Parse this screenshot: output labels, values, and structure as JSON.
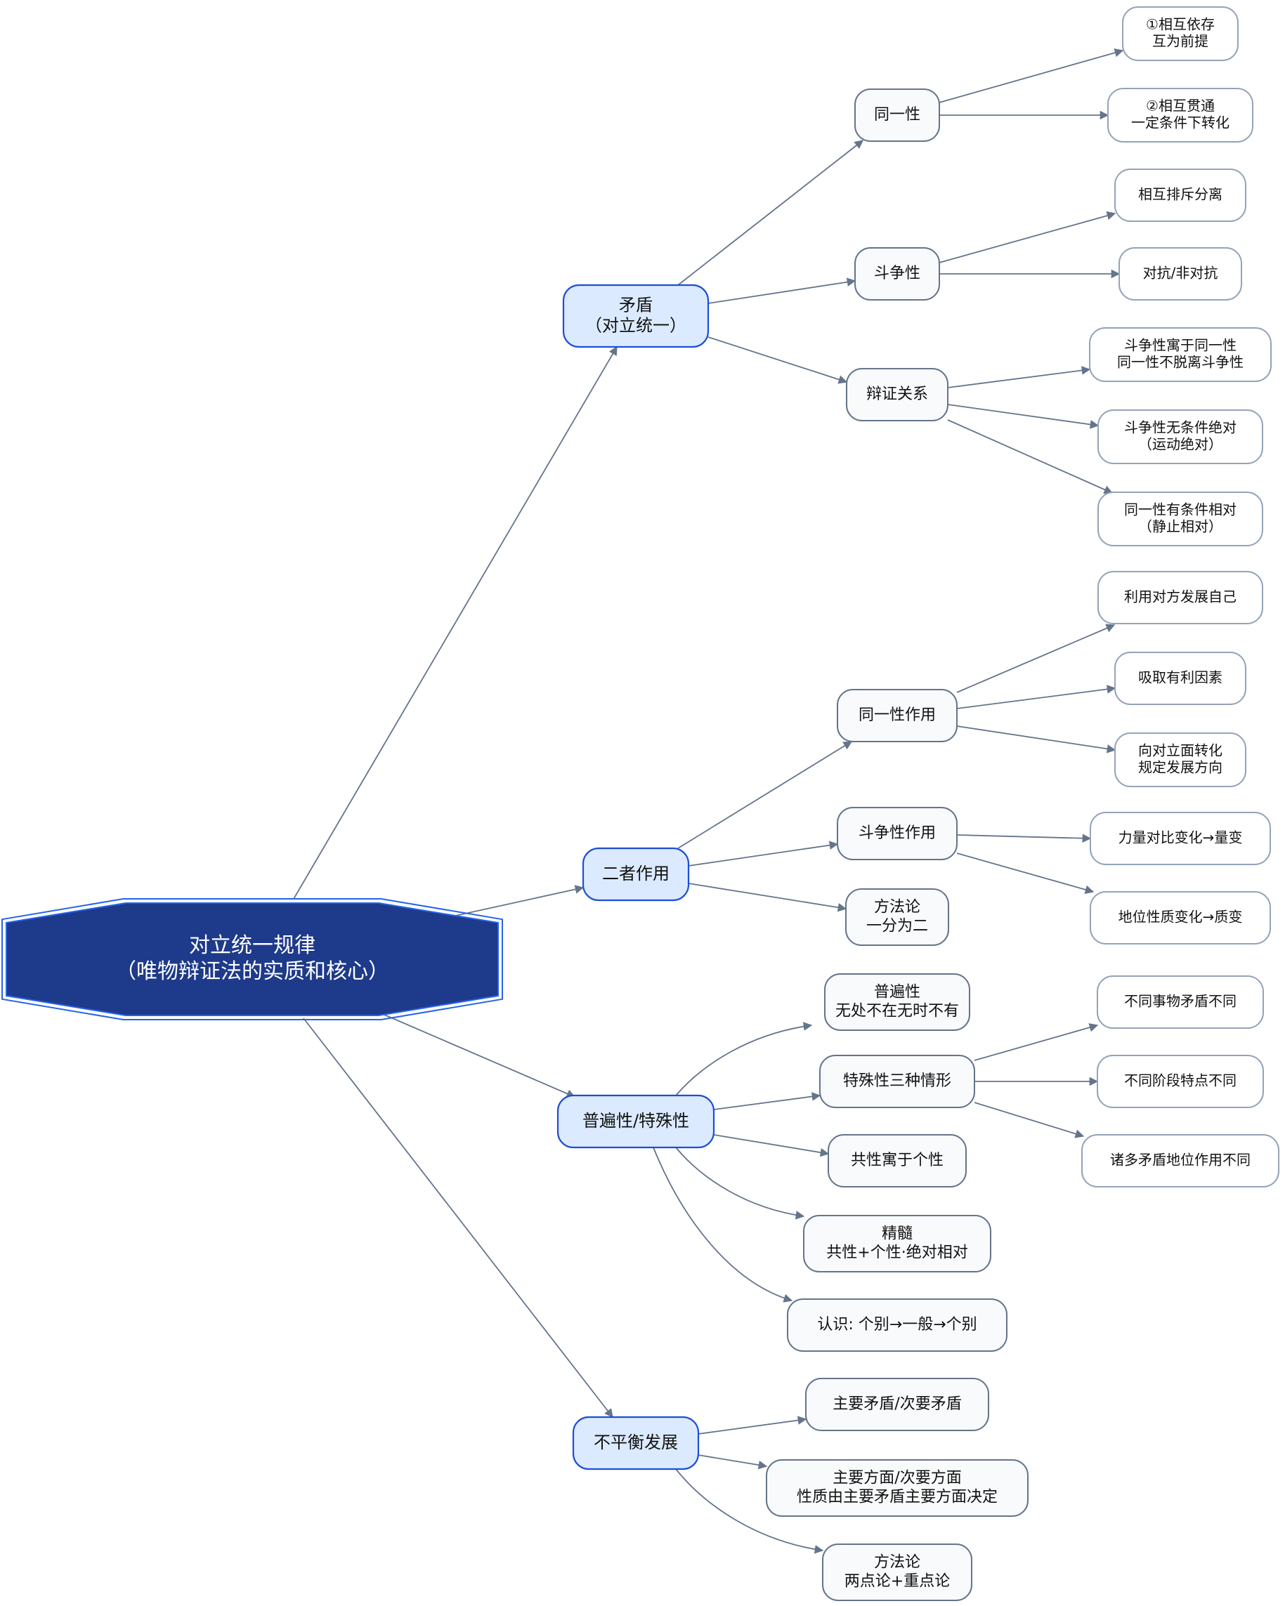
{
  "root": {
    "lines": [
      "对立统一规律",
      "（唯物辩证法的实质和核心）"
    ]
  },
  "branches": [
    {
      "id": "b1",
      "lines": [
        "矛盾",
        "（对立统一）"
      ],
      "children": [
        {
          "id": "c11",
          "lines": [
            "同一性"
          ],
          "children": [
            {
              "id": "g111",
              "lines": [
                "①相互依存",
                "互为前提"
              ]
            },
            {
              "id": "g112",
              "lines": [
                "②相互贯通",
                "一定条件下转化"
              ]
            }
          ]
        },
        {
          "id": "c12",
          "lines": [
            "斗争性"
          ],
          "children": [
            {
              "id": "g121",
              "lines": [
                "相互排斥分离"
              ]
            },
            {
              "id": "g122",
              "lines": [
                "对抗/非对抗"
              ]
            }
          ]
        },
        {
          "id": "c13",
          "lines": [
            "辩证关系"
          ],
          "children": [
            {
              "id": "g131",
              "lines": [
                "斗争性寓于同一性",
                "同一性不脱离斗争性"
              ]
            },
            {
              "id": "g132",
              "lines": [
                "斗争性无条件绝对",
                "（运动绝对）"
              ]
            },
            {
              "id": "g133",
              "lines": [
                "同一性有条件相对",
                "（静止相对）"
              ]
            }
          ]
        }
      ]
    },
    {
      "id": "b2",
      "lines": [
        "二者作用"
      ],
      "children": [
        {
          "id": "c21",
          "lines": [
            "同一性作用"
          ],
          "children": [
            {
              "id": "g211",
              "lines": [
                "利用对方发展自己"
              ]
            },
            {
              "id": "g212",
              "lines": [
                "吸取有利因素"
              ]
            },
            {
              "id": "g213",
              "lines": [
                "向对立面转化",
                "规定发展方向"
              ]
            }
          ]
        },
        {
          "id": "c22",
          "lines": [
            "斗争性作用"
          ],
          "children": [
            {
              "id": "g221",
              "lines": [
                "力量对比变化→量变"
              ]
            },
            {
              "id": "g222",
              "lines": [
                "地位性质变化→质变"
              ]
            }
          ]
        },
        {
          "id": "c23",
          "lines": [
            "方法论",
            "一分为二"
          ],
          "children": []
        }
      ]
    },
    {
      "id": "b3",
      "lines": [
        "普遍性/特殊性"
      ],
      "children": [
        {
          "id": "c31",
          "lines": [
            "普遍性",
            "无处不在无时不有"
          ],
          "children": []
        },
        {
          "id": "c32",
          "lines": [
            "特殊性三种情形"
          ],
          "children": [
            {
              "id": "g321",
              "lines": [
                "不同事物矛盾不同"
              ]
            },
            {
              "id": "g322",
              "lines": [
                "不同阶段特点不同"
              ]
            },
            {
              "id": "g323",
              "lines": [
                "诸多矛盾地位作用不同"
              ]
            }
          ]
        },
        {
          "id": "c33",
          "lines": [
            "共性寓于个性"
          ],
          "children": []
        },
        {
          "id": "c34",
          "lines": [
            "精髓",
            "共性+个性·绝对相对"
          ],
          "children": []
        },
        {
          "id": "c35",
          "lines": [
            "认识: 个别→一般→个别"
          ],
          "children": []
        }
      ]
    },
    {
      "id": "b4",
      "lines": [
        "不平衡发展"
      ],
      "children": [
        {
          "id": "c41",
          "lines": [
            "主要矛盾/次要矛盾"
          ],
          "children": []
        },
        {
          "id": "c42",
          "lines": [
            "主要方面/次要方面",
            "性质由主要矛盾主要方面决定"
          ],
          "children": []
        },
        {
          "id": "c43",
          "lines": [
            "方法论",
            "两点论+重点论"
          ],
          "children": []
        }
      ]
    }
  ],
  "colors": {
    "root_fill": "#1e3a8a",
    "root_stroke": "#2563eb",
    "root_text": "#ffffff",
    "branch_fill": "#dbeafe",
    "branch_stroke": "#1d4ed8",
    "child_fill": "#f8fafc",
    "child_stroke": "#64748b",
    "leaf_fill": "#ffffff",
    "leaf_stroke": "#94a3b8",
    "edge": "#64748b",
    "text": "#111111"
  }
}
